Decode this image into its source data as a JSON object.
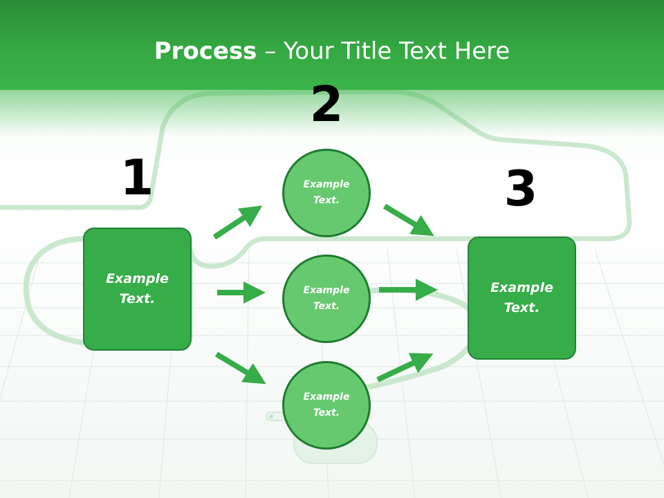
{
  "title": {
    "bold": "Process",
    "rest": " – Your Title Text Here"
  },
  "steps": {
    "step1": {
      "number": "1",
      "text": "Example\nText."
    },
    "step2": {
      "number": "2",
      "text_top": "Example\nText.",
      "text_middle": "Example\nText.",
      "text_bottom": "Example\nText."
    },
    "step3": {
      "number": "3",
      "text": "Example\nText."
    }
  },
  "colors": {
    "header": "#35a842",
    "box_fill": "#36ad48",
    "circle_fill": "#66c96f",
    "arrow": "#36ad48",
    "outline": "#c4e6c9"
  }
}
